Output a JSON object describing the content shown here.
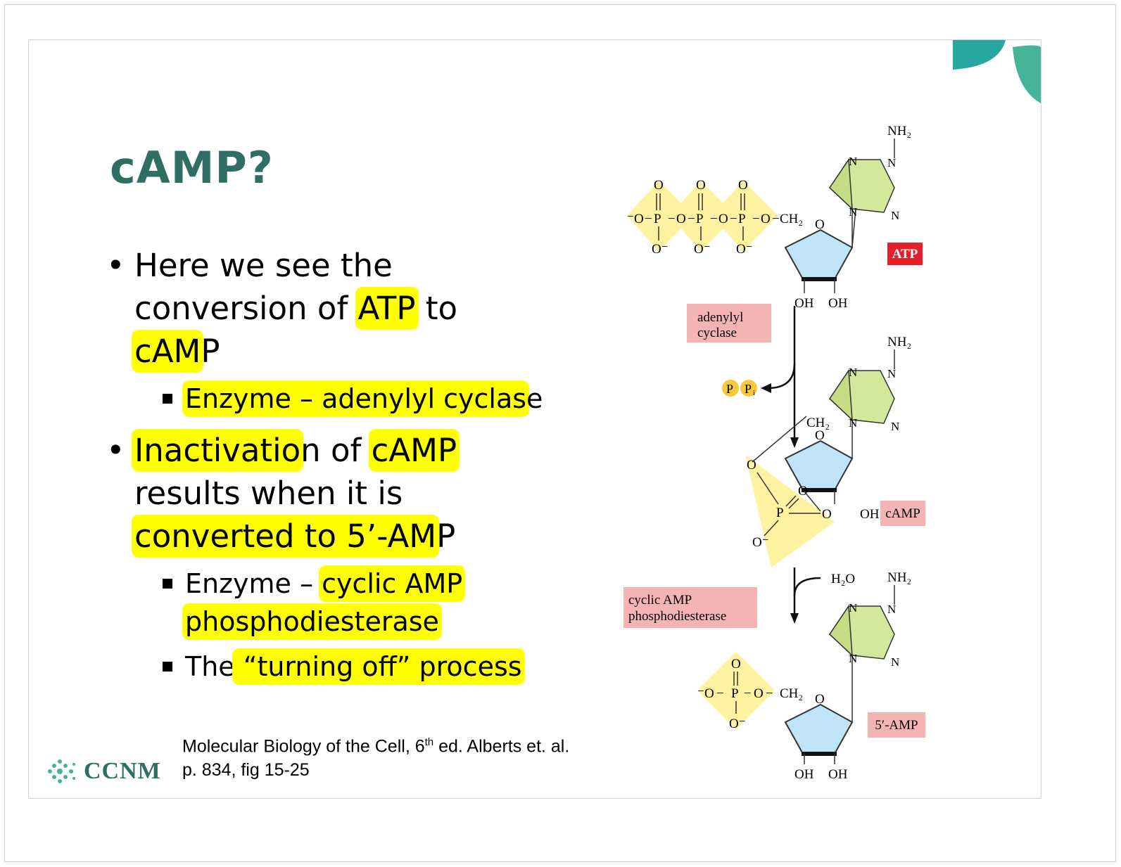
{
  "slide": {
    "title": "cAMP?",
    "bullets": [
      {
        "lines": [
          "Here we see the",
          "conversion of ",
          "ATP",
          " to",
          "cAM",
          "P"
        ]
      },
      {
        "sub": [
          "Enzyme – adenylyl cyclas",
          "e"
        ]
      },
      {
        "lines": [
          "Inactivatio",
          "n of ",
          "cAMP",
          "results when it is",
          "converted to 5’-AM",
          "P"
        ]
      },
      {
        "sub": [
          "Enzyme – ",
          "cyclic AMP",
          "phosphodiesterase"
        ]
      },
      {
        "sub": [
          "The",
          " “turning off” process"
        ]
      }
    ],
    "citation": {
      "line1_a": "Molecular Biology of the Cell, 6",
      "line1_sup": "th",
      "line1_b": " ed. Alberts et. al.",
      "line2": "p. 834, fig 15-25"
    },
    "logo": "CCNM"
  },
  "diagram": {
    "labels": {
      "atp": "ATP",
      "camp": "cAMP",
      "amp5": "5′-AMP",
      "enzyme1_l1": "adenylyl",
      "enzyme1_l2": "cyclase",
      "enzyme2_l1": "cyclic AMP",
      "enzyme2_l2": "phosphodiesterase",
      "ppi_p": "P",
      "ppi_pi": "P",
      "ppi_sub": "i",
      "water": "H₂O"
    },
    "atoms": {
      "nh2": "NH₂",
      "n": "N",
      "o": "O",
      "p": "P",
      "oh": "OH",
      "ch2": "CH₂",
      "ominus": "O⁻",
      "minuso": "⁻O"
    },
    "colors": {
      "phosphate": "#fff2a0",
      "ribose": "#bfe4f7",
      "base": "#d4e89c",
      "enzyme_box": "#f4b4b4",
      "atp_box": "#e32028",
      "teal": "#2f6f63"
    }
  }
}
